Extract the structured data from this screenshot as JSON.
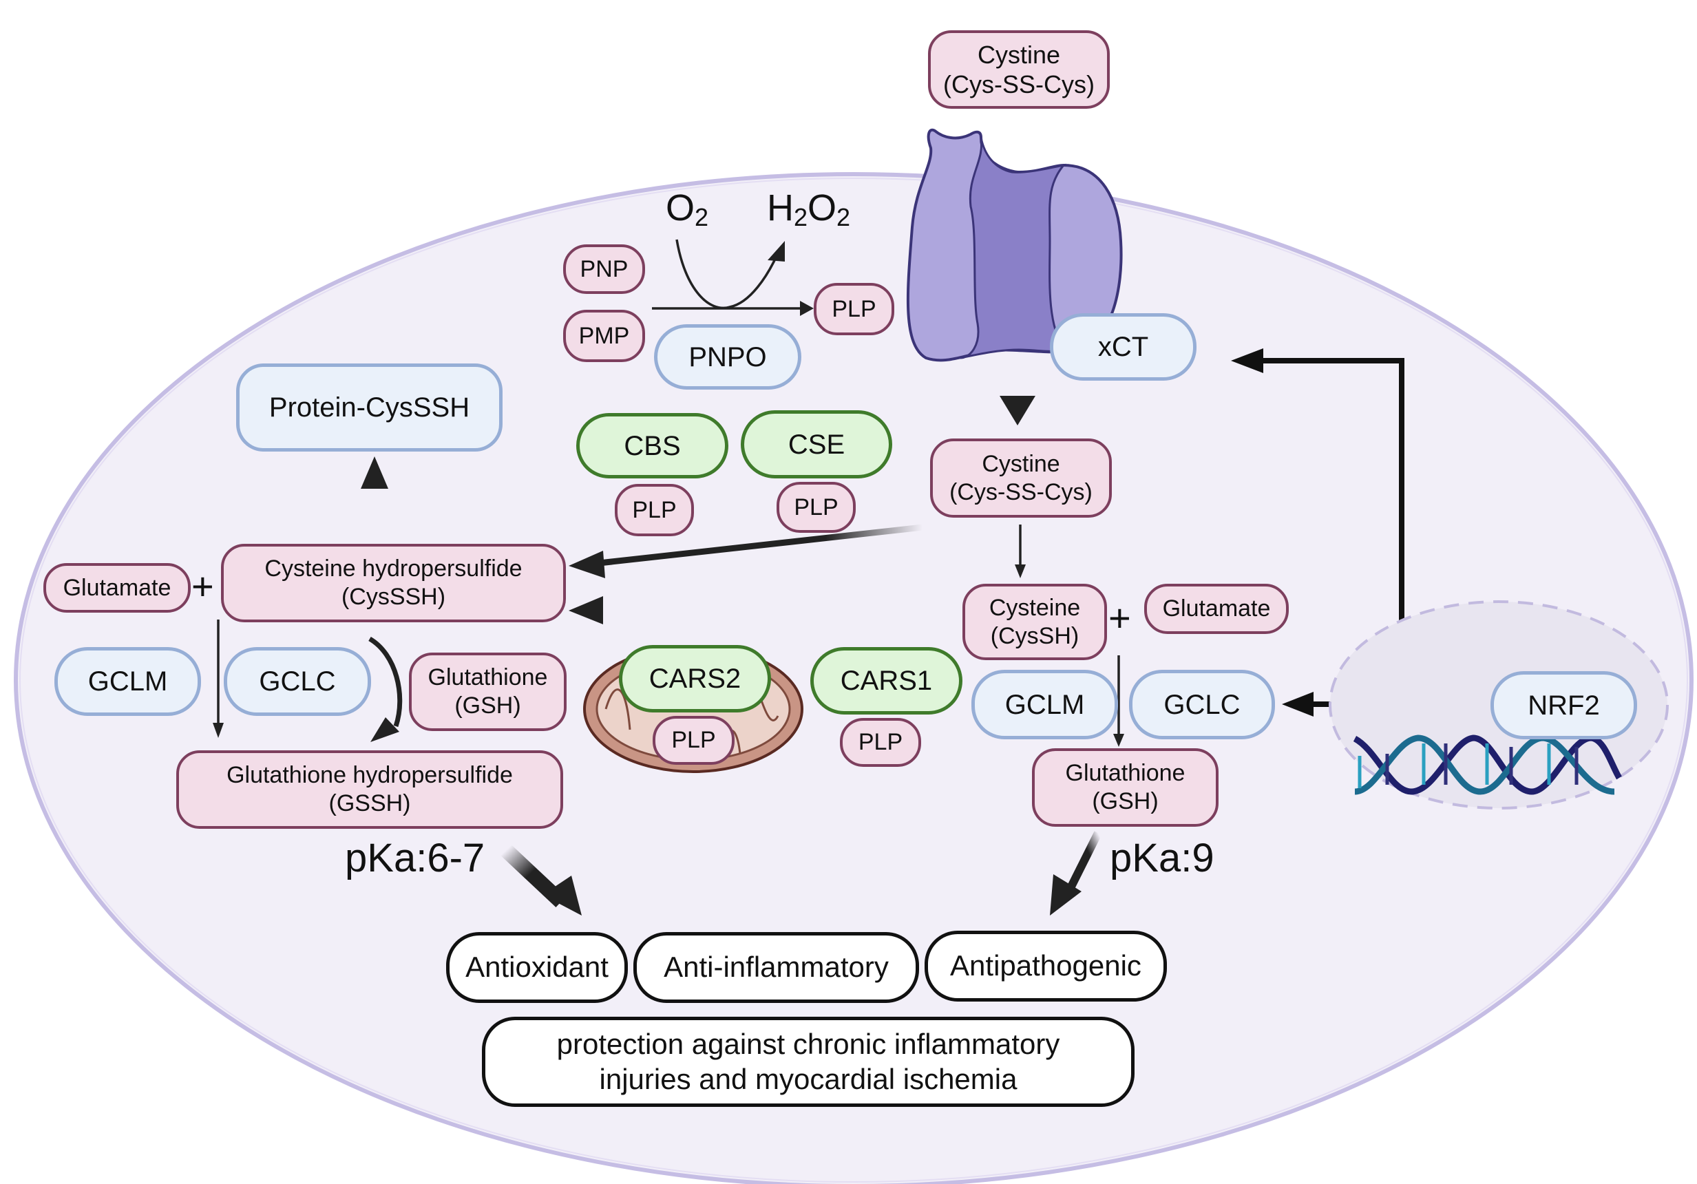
{
  "extracellular": {
    "cystine_label": "Cystine",
    "cystine_sub": "(Cys-SS-Cys)"
  },
  "transporter": {
    "name": "xCT",
    "icon": "membrane-transporter-icon"
  },
  "pnpo_reaction": {
    "substrate1": "PNP",
    "substrate2": "PMP",
    "enzyme": "PNPO",
    "product": "PLP",
    "cosubstrate": "O",
    "cosubstrate_sub": "2",
    "byproduct_h": "H",
    "byproduct_h_sub": "2",
    "byproduct_o": "O",
    "byproduct_o_sub": "2"
  },
  "enzymes": {
    "cbs": "CBS",
    "cse": "CSE",
    "cars2": "CARS2",
    "cars1": "CARS1",
    "cofactor": "PLP"
  },
  "left_pathway": {
    "protein_cysssh": "Protein-CysSSH",
    "glutamate": "Glutamate",
    "plus": "+",
    "cysssh_line1": "Cysteine hydropersulfide",
    "cysssh_line2": "(CysSSH)",
    "gclm": "GCLM",
    "gclc": "GCLC",
    "gsh_line1": "Glutathione",
    "gsh_line2": "(GSH)",
    "gssh_line1": "Glutathione hydropersulfide",
    "gssh_line2": "(GSSH)",
    "pka": "pKa:6-7"
  },
  "right_pathway": {
    "cystine_line1": "Cystine",
    "cystine_line2": "(Cys-SS-Cys)",
    "cysteine_line1": "Cysteine",
    "cysteine_line2": "(CysSH)",
    "plus": "+",
    "glutamate": "Glutamate",
    "gclm": "GCLM",
    "gclc": "GCLC",
    "gsh_line1": "Glutathione",
    "gsh_line2": "(GSH)",
    "pka": "pKa:9"
  },
  "nucleus": {
    "factor": "NRF2",
    "icon": "dna-icon"
  },
  "outcomes": {
    "antioxidant": "Antioxidant",
    "anti_inflammatory": "Anti-inflammatory",
    "antipathogenic": "Antipathogenic",
    "protection_line1": "protection against chronic inflammatory",
    "protection_line2": "injuries and myocardial ischemia"
  },
  "colors": {
    "cell_fill": "#f2eff8",
    "cell_membrane": "#c5bde4",
    "metabolite_fill": "#f3dde8",
    "metabolite_border": "#7d3f5e",
    "protein_fill": "#eaf1fa",
    "protein_border": "#96aed6",
    "enzyme_fill": "#dff5d9",
    "enzyme_border": "#3f7b2b",
    "transporter": "#aea6dd",
    "mitochondria": "#c99585"
  }
}
